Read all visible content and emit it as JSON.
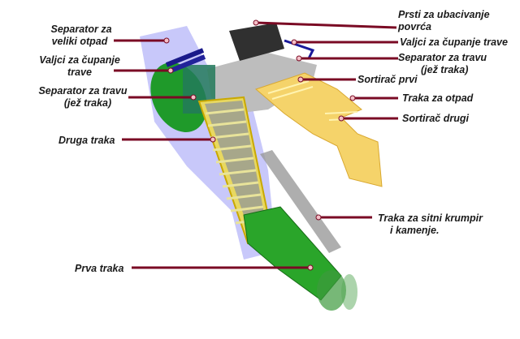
{
  "labels": {
    "separator_veliki": [
      "Separator za",
      "veliki otpad"
    ],
    "valjci_left": [
      "Valjci za čupanje",
      "trave"
    ],
    "separator_travu_left": [
      "Separator za travu",
      "(jež traka)"
    ],
    "druga_traka": "Druga traka",
    "prva_traka": "Prva traka",
    "prsti": [
      "Prsti za ubacivanje",
      "povrća"
    ],
    "valjci_right": "Valjci za čupanje trave",
    "separator_travu_right": [
      "Separator za travu",
      "(jež traka)"
    ],
    "sortirac_prvi": "Sortirač prvi",
    "traka_otpad": "Traka za otpad",
    "sortirac_drugi": "Sortirač drugi",
    "traka_sitni": [
      "Traka za sitni krumpir",
      "i kamenje."
    ]
  },
  "colors": {
    "leader": "#7a0a24",
    "green": "#1f9a2a",
    "yellow": "#f5d36a",
    "blue": "#8f8ff0",
    "gray": "#b8b8b8"
  }
}
